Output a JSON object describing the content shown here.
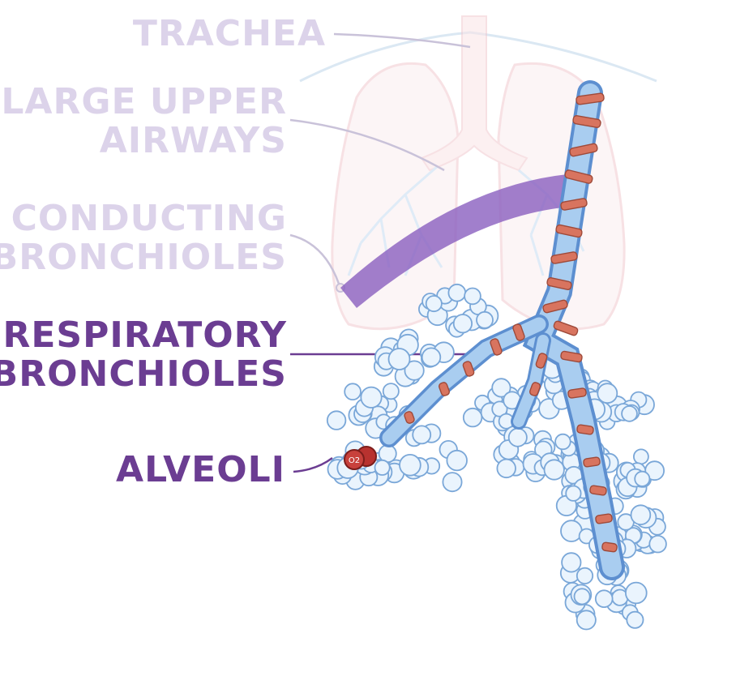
{
  "labels": {
    "trachea": "TRACHEA",
    "large_upper_airways": [
      "LARGE UPPER",
      "AIRWAYS"
    ],
    "conducting_bronchioles": [
      "CONDUCTING",
      "BRONCHIOLES"
    ],
    "respiratory_bronchioles": [
      "RESPIRATORY",
      "BRONCHIOLES"
    ],
    "alveoli": "ALVEOLI",
    "oxygen": "O2"
  },
  "colors": {
    "faded_label": "#dcd3ea",
    "highlight_label": "#6b3d92",
    "lung_outline": "#f1c9cf",
    "bronchiole_tube": "#9cc3ea",
    "smooth_muscle": "#d8745f",
    "alveoli_fill": "#eaf4fd",
    "zoom_beam": "#8a5fbf",
    "oxygen_molecule": "#b8322f"
  }
}
